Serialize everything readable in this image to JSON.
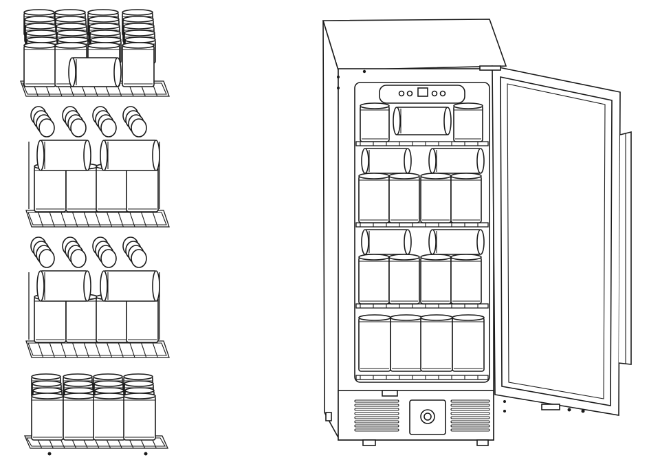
{
  "diagram": {
    "shelves": [
      {
        "id": "shelf-1",
        "style": "upright-rows",
        "rows": 5,
        "cols": 4,
        "lying_cans": 1
      },
      {
        "id": "shelf-2",
        "style": "stacked-mixed",
        "rows": 1,
        "cols": 4,
        "lying_cans": 2,
        "lid_stack_groups": 4
      },
      {
        "id": "shelf-3",
        "style": "stacked-mixed",
        "rows": 1,
        "cols": 4,
        "lying_cans": 2,
        "lid_stack_groups": 4
      },
      {
        "id": "shelf-4",
        "style": "upright-rows",
        "rows": 4,
        "cols": 4,
        "lying_cans": 0
      }
    ],
    "cabinet": {
      "interior_shelves": 4,
      "door_open": true,
      "has_control_panel": true,
      "has_vent_grille": true
    },
    "colors": {
      "line": "#1a1a1a",
      "background": "#ffffff"
    }
  }
}
